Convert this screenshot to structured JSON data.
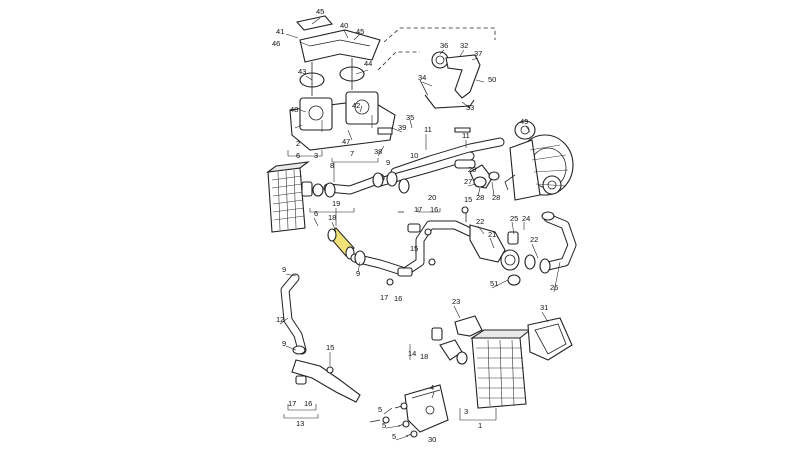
{
  "diagram": {
    "callouts": [
      "1",
      "2",
      "3",
      "4",
      "5",
      "6",
      "7",
      "8",
      "9",
      "10",
      "11",
      "12",
      "13",
      "14",
      "15",
      "16",
      "17",
      "18",
      "19",
      "20",
      "21",
      "22",
      "23",
      "24",
      "25",
      "26",
      "27",
      "28",
      "29",
      "30",
      "31",
      "32",
      "33",
      "34",
      "35",
      "36",
      "37",
      "38",
      "39",
      "40",
      "41",
      "42",
      "43",
      "44",
      "45",
      "46",
      "47",
      "48",
      "49",
      "50",
      "51"
    ],
    "highlight_color": "#f1e37a"
  }
}
